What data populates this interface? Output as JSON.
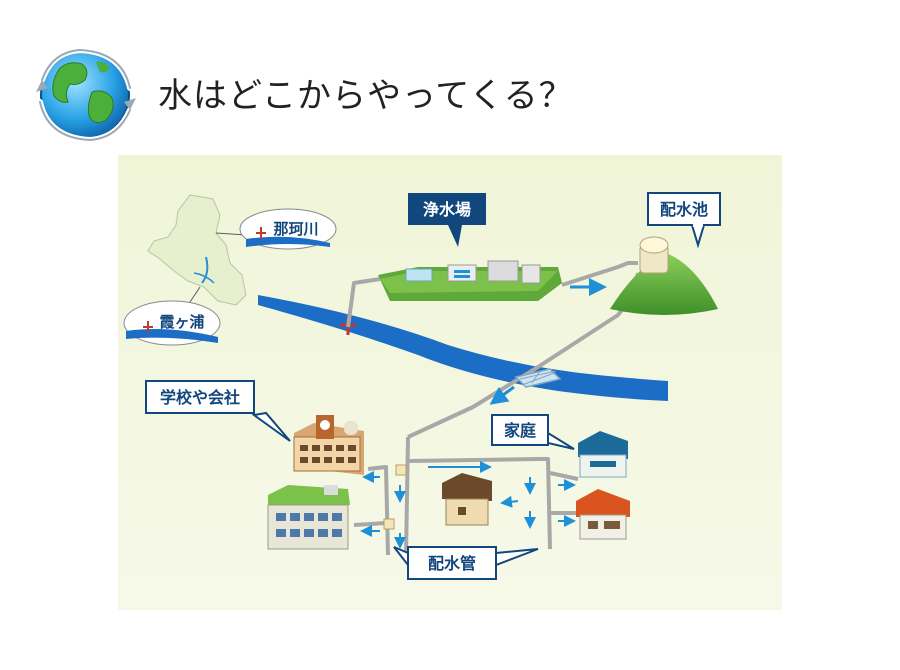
{
  "title": "水はどこからやってくる？",
  "labels": {
    "naka_river": "那珂川",
    "kasumigaura": "霞ヶ浦",
    "purification_plant": "浄水場",
    "distribution_reservoir": "配水池",
    "school_company": "学校や会社",
    "homes": "家庭",
    "distribution_pipe": "配水管"
  },
  "colors": {
    "background": "#f1f6dc",
    "river": "#1b6dc6",
    "pipe": "#a8a8a8",
    "flow_arrow": "#1e90d8",
    "label_fill": "#ffffff",
    "label_border": "#1b4f8c",
    "plant_label_fill": "#12477d",
    "hill": "#5fa83a"
  },
  "icons": [
    "globe-icon",
    "intake-marker-icon",
    "flow-arrow-icon"
  ]
}
